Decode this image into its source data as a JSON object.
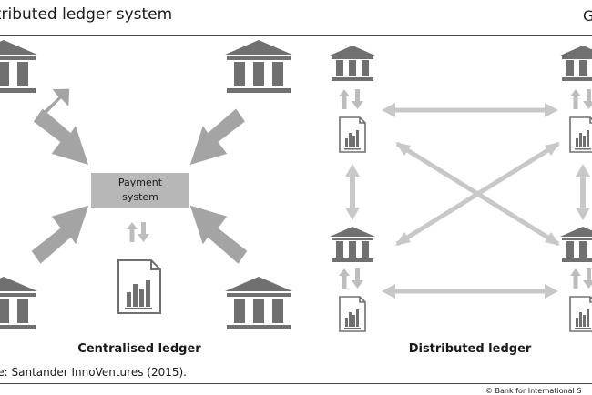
{
  "header": {
    "title": "stributed ledger system",
    "corner_label": "G"
  },
  "payment_system": {
    "line1": "Payment",
    "line2": "system"
  },
  "captions": {
    "centralised": "Centralised ledger",
    "distributed": "Distributed ledger"
  },
  "footer": {
    "source": "rce: Santander InnoVentures (2015).",
    "copyright": "© Bank for International S"
  },
  "colors": {
    "bank": "#707070",
    "arrow_dark": "#a4a4a4",
    "arrow_light": "#c8c8c8",
    "box": "#b7b7b7"
  },
  "icons": {
    "bank": "bank-building-icon",
    "ledger": "ledger-document-icon"
  }
}
